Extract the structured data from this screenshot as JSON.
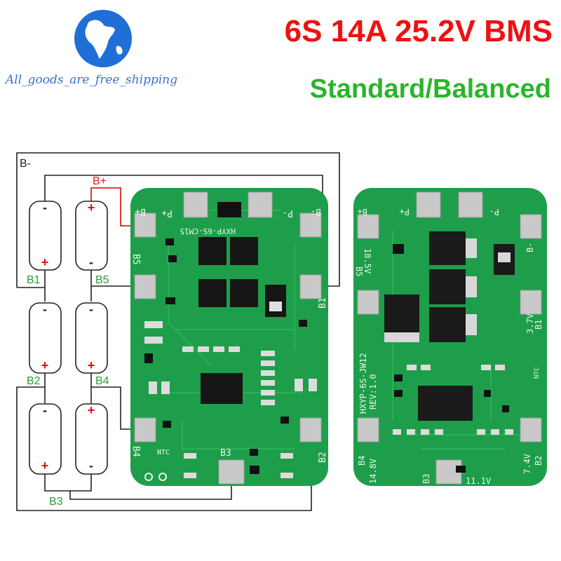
{
  "header": {
    "title": "6S 14A 25.2V BMS",
    "subtitle": "Standard/Balanced",
    "store_caption": "All_goods_are_free_shipping"
  },
  "colors": {
    "title": "#ee1111",
    "subtitle": "#2bb52b",
    "board": "#1e9e4a",
    "pad": "#c9c9c9",
    "wire": "#222222",
    "bplus_wire": "#dd2222",
    "cell_positive": "#dd1111"
  },
  "wiring_diagram": {
    "bus_labels": [
      "B-",
      "B+",
      "B1",
      "B5",
      "B2",
      "B4",
      "B3"
    ],
    "cell_plus": "+",
    "cell_minus": "-"
  },
  "board_standard": {
    "silkscreen": [
      "B+",
      "P+",
      "P-",
      "B-",
      "B5",
      "B1",
      "B4",
      "B2",
      "B3",
      "NTC",
      "HXYP-6S-CM15"
    ]
  },
  "board_balanced": {
    "silkscreen": [
      "B+",
      "P+",
      "P-",
      "B-",
      "B5",
      "18.5V",
      "B1",
      "3.7V",
      "HXYP-6S-JW12",
      "REV:1.0",
      "B4",
      "14.8V",
      "B2",
      "7.4V",
      "B3",
      "11.1V",
      "NTC"
    ]
  }
}
